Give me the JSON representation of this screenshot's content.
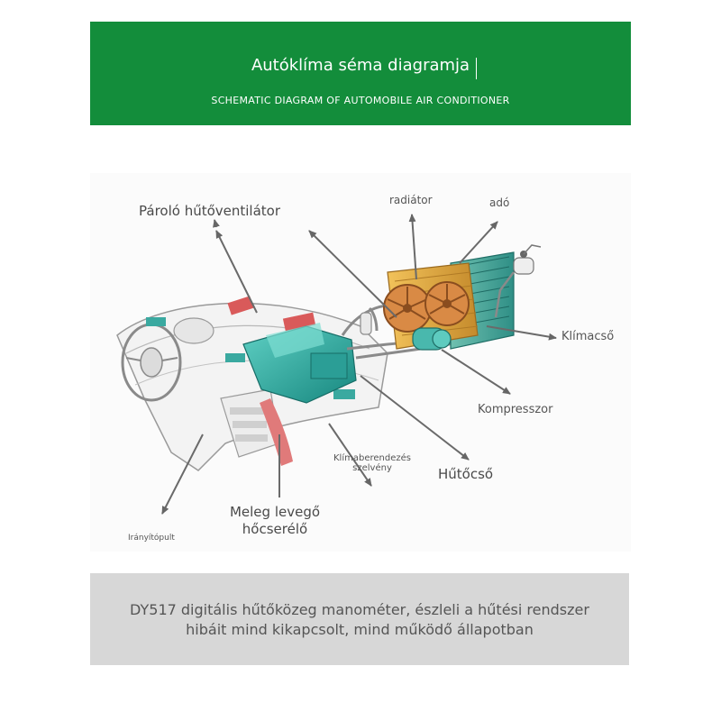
{
  "header": {
    "title": "Autóklíma séma diagramja",
    "subtitle": "SCHEMATIC DIAGRAM OF AUTOMOBILE AIR CONDITIONER",
    "background_color": "#138d3b"
  },
  "diagram": {
    "labels": {
      "evaporator_fan": "Pároló hűtőventilátor",
      "radiator": "radiátor",
      "transmitter": "adó",
      "ac_pipe": "Klímacső",
      "compressor": "Kompresszor",
      "cooling_pipe": "Hűtőcső",
      "ac_valve_line1": "Klímaberendezés",
      "ac_valve_line2": "szelvény",
      "heater_line1": "Meleg levegő",
      "heater_line2": "hőcserélő",
      "control_panel": "Irányítópult"
    },
    "colors": {
      "evaporator": "#2aa6a0",
      "radiator": "#d9a23a",
      "fan": "#c8793a",
      "duct": "#d95a5a",
      "arrow": "#6a6a6a"
    }
  },
  "caption": {
    "line1": "DY517 digitális hűtőközeg manométer, észleli a hűtési rendszer",
    "line2": "hibáit mind kikapcsolt, mind működő állapotban"
  }
}
